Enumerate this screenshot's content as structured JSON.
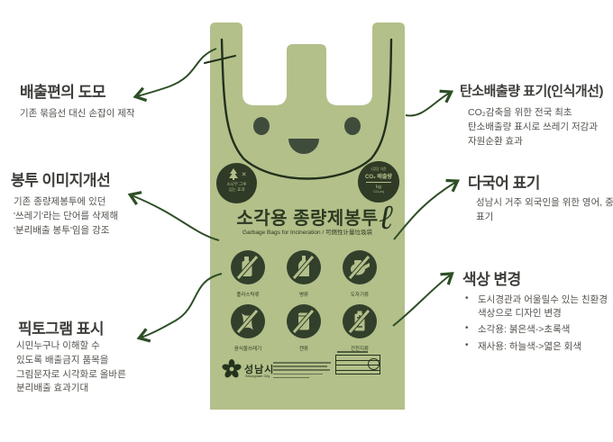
{
  "colors": {
    "bag": "#b3c08a",
    "dark_green": "#2f3b26",
    "string": "#22301c",
    "arrow": "#2e4f26",
    "heading_text": "#3e3d3a",
    "body_text": "#56534e"
  },
  "annotations": {
    "left": [
      {
        "title": "배출편의 도모",
        "lines": [
          "기존 묶음선 대신 손잡이 제작"
        ]
      },
      {
        "title": "봉투 이미지개선",
        "lines": [
          "기존 종량제봉투에 있던",
          "'쓰레기'라는 단어를 삭제해",
          "'분리배출 봉투'임을 강조"
        ]
      },
      {
        "title": "픽토그램 표시",
        "lines": [
          "시민누구나 이해할 수",
          "있도록 배출금지 품목을",
          "그림문자로 시각화로 올바른",
          "분리배출 효과기대"
        ]
      }
    ],
    "right": [
      {
        "title": "탄소배출량 표기(인식개선)",
        "lines": [
          "CO₂감축을 위한 전국 최초",
          "탄소배출량 표시로 쓰레기 저감과",
          "자원순환 효과"
        ]
      },
      {
        "title": "다국어 표기",
        "lines": [
          "성남시 거주 외국인을 위한 영어, 중국어",
          "표기"
        ]
      },
      {
        "title": "색상 변경",
        "bullets": [
          "도시경관과 어울릴수 있는 친환경 색상으로 디자인 변경",
          "소각용: 붉은색->초록색",
          "재사용: 하늘색->엷은 회색"
        ]
      }
    ]
  },
  "bag": {
    "title": "소각용 종량제봉투",
    "subtitle": "Garbage Bags for Incineration / 可燃性计量垃圾袋",
    "liter_symbol": "ℓ",
    "badge_left": {
      "x_mark": "✕",
      "line1": "소나무 그루",
      "line2": "심는 효과"
    },
    "badge_right": {
      "top": "1장당 기준",
      "mid": "CO₂ 배출량",
      "unit1": "kg",
      "unit2": "CO₂eq"
    },
    "pictograms": [
      {
        "label": "플라스틱류"
      },
      {
        "label": "병류"
      },
      {
        "label": "도자기류"
      },
      {
        "label": "음식물쓰레기"
      },
      {
        "label": "캔류"
      },
      {
        "label": "건전지류"
      }
    ],
    "footer": {
      "city": "성남시",
      "city_en": "Seongnam City"
    }
  }
}
